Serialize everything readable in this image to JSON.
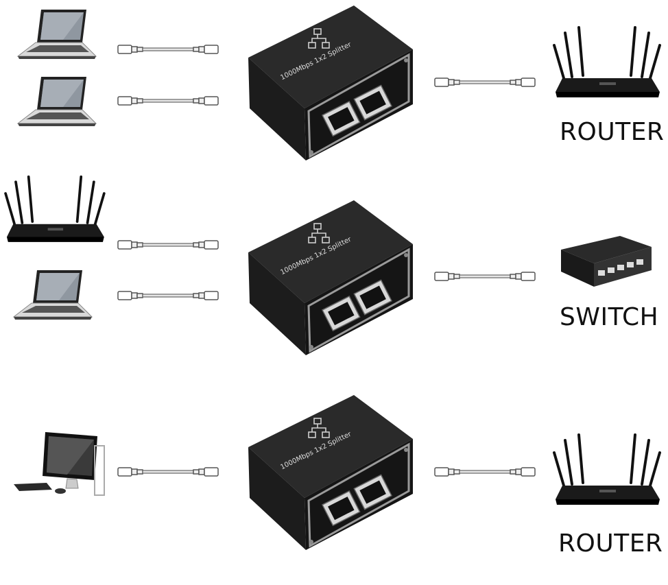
{
  "splitter_text": "1000Mbps 1x2 Splitter",
  "rows": [
    {
      "left": [
        "laptop",
        "laptop"
      ],
      "right": {
        "device": "router",
        "label": "ROUTER"
      }
    },
    {
      "left": [
        "router",
        "laptop"
      ],
      "right": {
        "device": "switch",
        "label": "SWITCH"
      }
    },
    {
      "left": [
        "desktop-pc"
      ],
      "right": {
        "device": "router",
        "label": "ROUTER"
      }
    }
  ]
}
